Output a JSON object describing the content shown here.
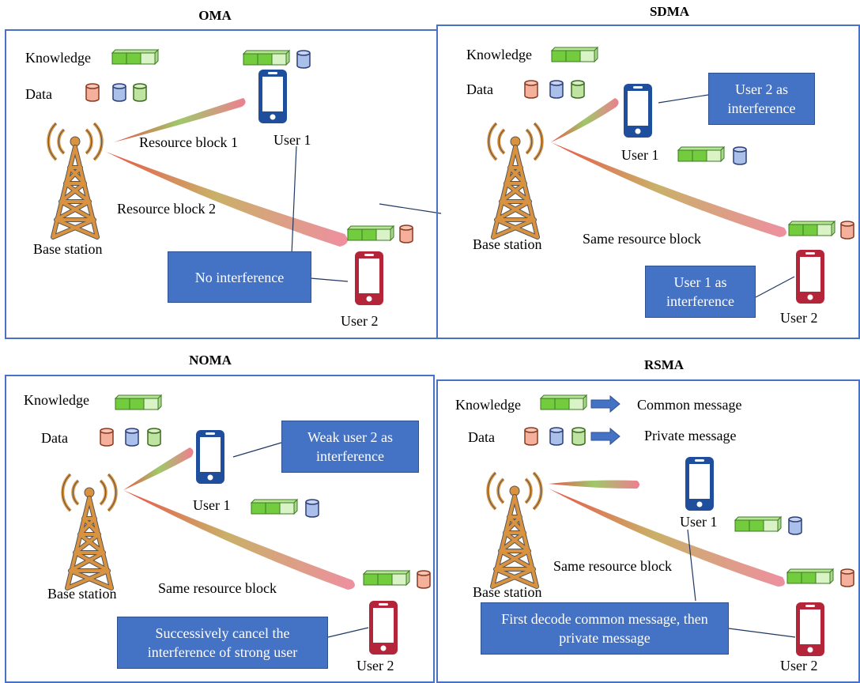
{
  "panels": {
    "oma": {
      "title": "OMA",
      "knowledge": "Knowledge",
      "data": "Data",
      "base_station": "Base station",
      "beam1": "Resource block 1",
      "beam2": "Resource block 2",
      "user1": "User 1",
      "user2": "User  2",
      "callout": "No interference"
    },
    "sdma": {
      "title": "SDMA",
      "knowledge": "Knowledge",
      "data": "Data",
      "base_station": "Base station",
      "beam": "Same resource block",
      "user1": "User 1",
      "user2": "User  2",
      "callout1": "User 2 as interference",
      "callout2": "User 1 as interference"
    },
    "noma": {
      "title": "NOMA",
      "knowledge": "Knowledge",
      "data": "Data",
      "base_station": "Base station",
      "beam": "Same resource block",
      "user1": "User 1",
      "user2": "User  2",
      "callout1": "Weak user 2 as interference",
      "callout2": "Successively cancel the interference of strong user"
    },
    "rsma": {
      "title": "RSMA",
      "knowledge": "Knowledge",
      "data": "Data",
      "common": "Common message",
      "private": "Private message",
      "base_station": "Base station",
      "beam": "Same resource block",
      "user1": "User 1",
      "user2": "User  2",
      "callout": "First decode common message, then private message"
    }
  },
  "colors": {
    "frame": "#4a72c4",
    "callout": "#4472c4",
    "user1_phone": "#1f4e9c",
    "user2_phone": "#b5253a",
    "tower": "#d9923f",
    "cyl_red": "#f4b09a",
    "cyl_blue": "#aac0ea",
    "cyl_green": "#bfe3a0",
    "knowledge_dark": "#72cc3e",
    "knowledge_light": "#d9f2c6"
  }
}
